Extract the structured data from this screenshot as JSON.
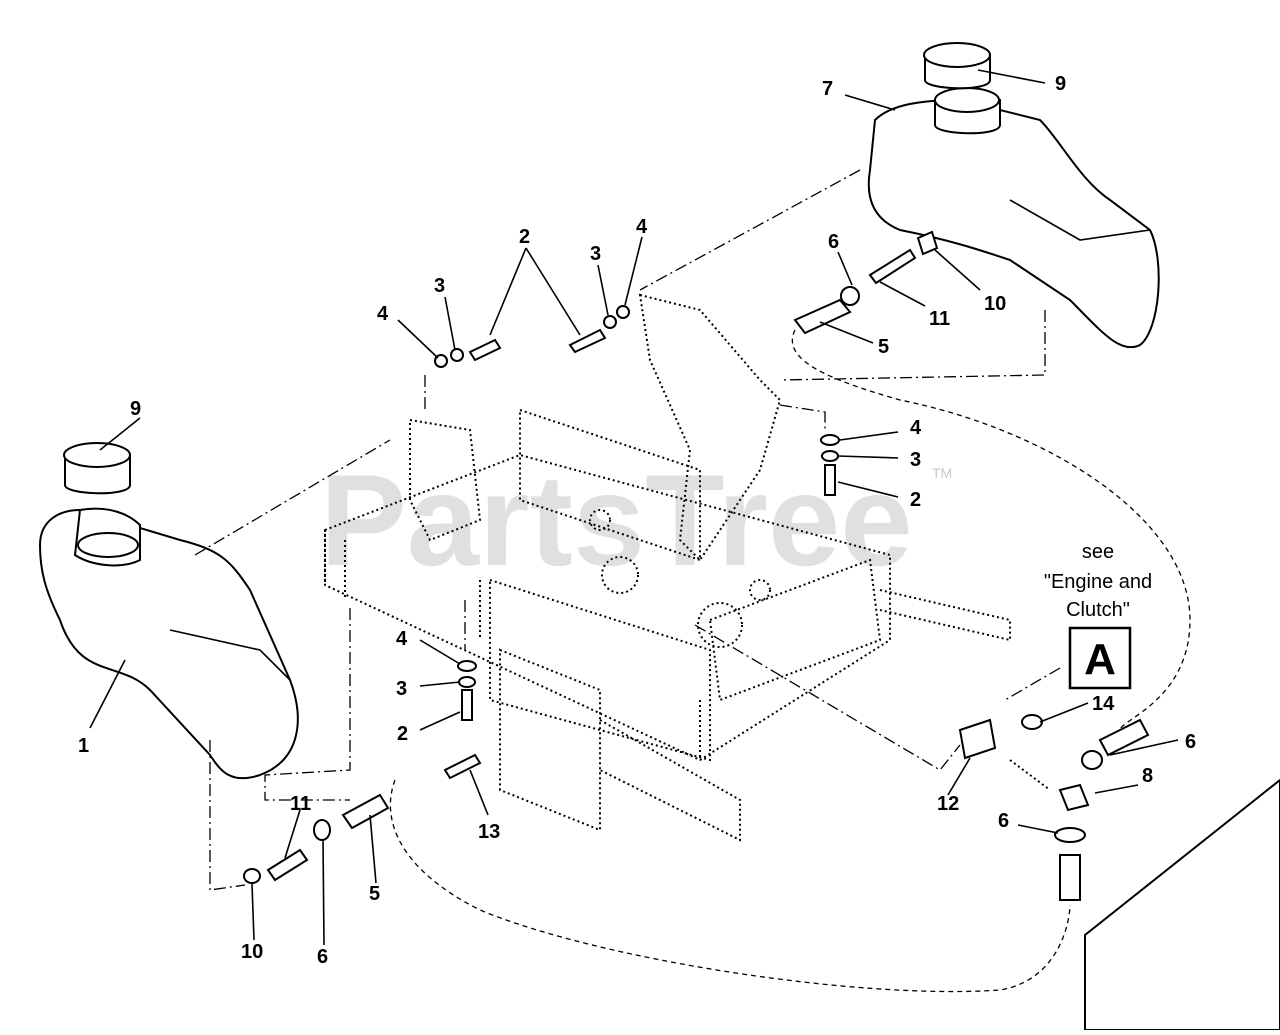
{
  "diagram": {
    "watermark": "PartsTree",
    "watermark_mark": "TM",
    "reference_note": [
      "see",
      "\"Engine and",
      "Clutch\""
    ],
    "reference_box": "A",
    "callouts": {
      "c1": "1",
      "c2a": "2",
      "c2b": "2",
      "c2c": "2",
      "c3a": "3",
      "c3b": "3",
      "c3c": "3",
      "c3d": "3",
      "c4a": "4",
      "c4b": "4",
      "c4c": "4",
      "c4d": "4",
      "c5a": "5",
      "c5b": "5",
      "c6a": "6",
      "c6b": "6",
      "c6c": "6",
      "c6d": "6",
      "c7": "7",
      "c8": "8",
      "c9a": "9",
      "c9b": "9",
      "c10a": "10",
      "c10b": "10",
      "c11a": "11",
      "c11b": "11",
      "c12": "12",
      "c13": "13",
      "c14": "14"
    }
  }
}
